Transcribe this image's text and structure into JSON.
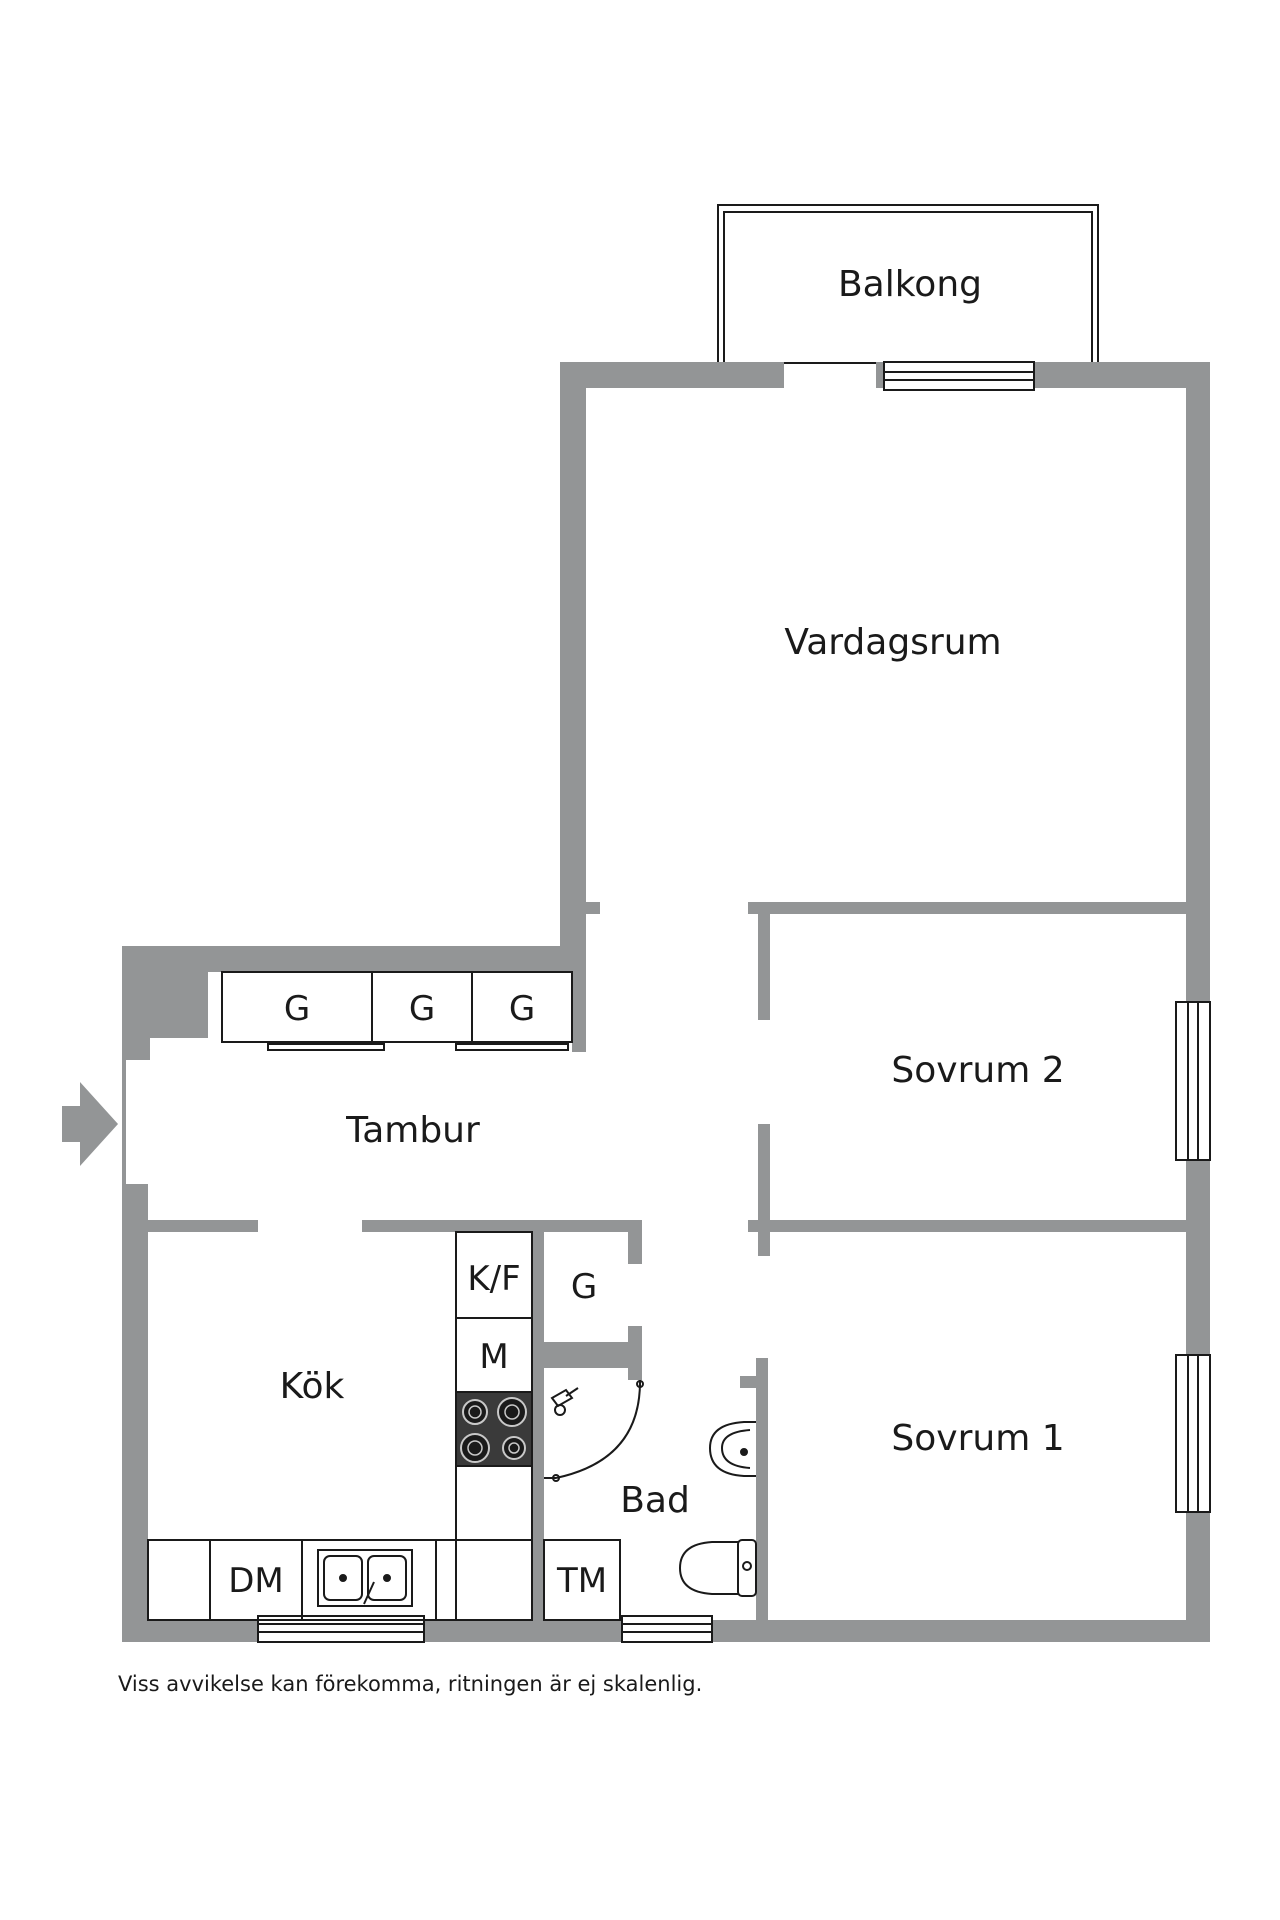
{
  "rooms": {
    "balkong": "Balkong",
    "vardagsrum": "Vardagsrum",
    "sovrum2": "Sovrum 2",
    "sovrum1": "Sovrum 1",
    "tambur": "Tambur",
    "kok": "Kök",
    "bad": "Bad"
  },
  "fixtures": {
    "wardrobe_labels": [
      "G",
      "G",
      "G"
    ],
    "kf": "K/F",
    "m": "M",
    "g_closet": "G",
    "dm": "DM",
    "tm": "TM"
  },
  "footnote": "Viss avvikelse kan förekomma, ritningen är ej skalenlig.",
  "colors": {
    "wall": "#939596",
    "line": "#1a1a1a",
    "background": "#ffffff"
  },
  "icons": [
    "entrance-arrow-icon",
    "stove-icon",
    "sink-icon",
    "toilet-icon",
    "washbasin-icon",
    "shower-icon"
  ]
}
